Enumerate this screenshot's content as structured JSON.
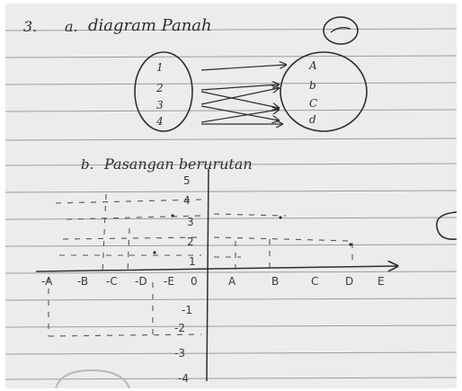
{
  "question": {
    "number": "3.",
    "part_a_label": "a.",
    "part_a_title": "diagram Panah",
    "part_b_label": "b.",
    "part_b_title": "Pasangan berurutan"
  },
  "arrow_diagram": {
    "domain": [
      "1",
      "2",
      "3",
      "4"
    ],
    "codomain": [
      "A",
      "b",
      "C",
      "d"
    ],
    "arrows": [
      [
        "1",
        "A"
      ],
      [
        "2",
        "b"
      ],
      [
        "2",
        "C"
      ],
      [
        "3",
        "b"
      ],
      [
        "3",
        "d"
      ],
      [
        "4",
        "C"
      ],
      [
        "4",
        "d"
      ]
    ]
  },
  "coordinate_plane": {
    "x_ticks": [
      "-A",
      "-B",
      "-C",
      "-D",
      "-E",
      "0",
      "A",
      "B",
      "C",
      "D",
      "E"
    ],
    "y_ticks": [
      "5",
      "4",
      "3",
      "2",
      "1",
      "-1",
      "-2",
      "-3",
      "-4"
    ]
  },
  "colors": {
    "paper": "#ececec",
    "rule": "#9c9c9c",
    "ink": "#2e2e2e"
  }
}
